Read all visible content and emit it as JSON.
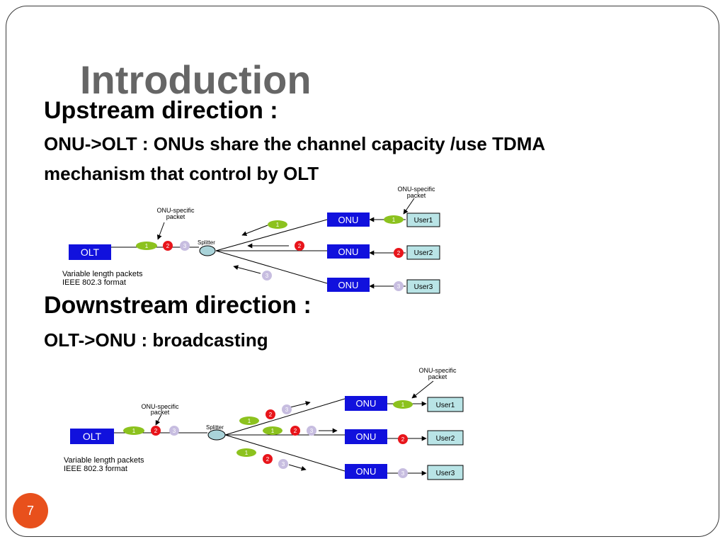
{
  "title": "Introduction",
  "upstream": {
    "heading": "Upstream direction :",
    "line1": "ONU->OLT : ONUs share the channel capacity /use TDMA",
    "line2": "mechanism that control by OLT"
  },
  "downstream": {
    "heading": "Downstream direction :",
    "line1": "OLT->ONU : broadcasting"
  },
  "diagram": {
    "olt_label": "OLT",
    "onu_label": "ONU",
    "splitter_label": "Splitter",
    "packet_note_line1": "ONU-specific",
    "packet_note_line2": "packet",
    "caption_line1": "Variable length packets",
    "caption_line2": "IEEE 802.3 format",
    "users": [
      "User1",
      "User2",
      "User3"
    ],
    "packets": [
      "1",
      "2",
      "3"
    ],
    "colors": {
      "olt_onu_fill": "#1111dd",
      "user_fill": "#b9e4e6",
      "splitter_fill": "#a9d3d9",
      "packet_1": "#8cc21e",
      "packet_2": "#e8151b",
      "packet_3": "#c7bde0"
    }
  },
  "slide_number": "7"
}
